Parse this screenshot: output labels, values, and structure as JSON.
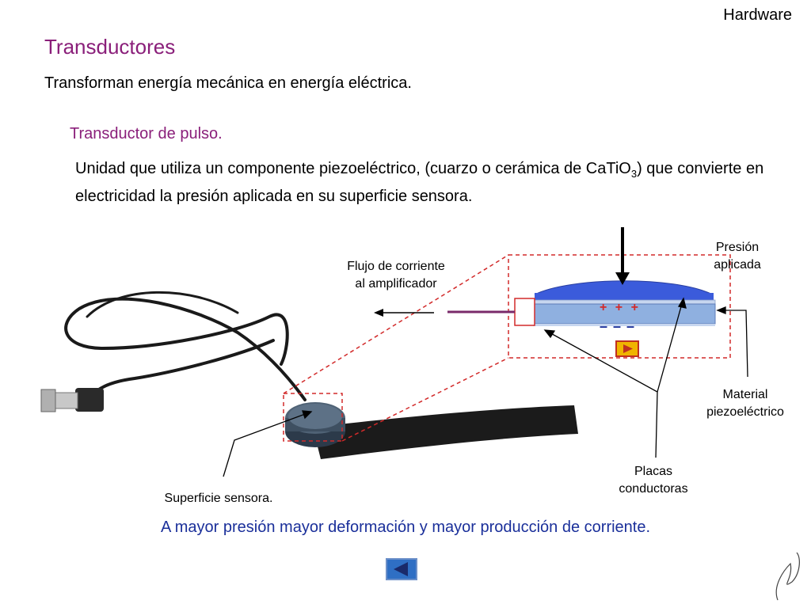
{
  "header": {
    "section": "Hardware"
  },
  "title": "Transductores",
  "intro": "Transforman energía mecánica en energía eléctrica.",
  "subtitle": "Transductor de pulso.",
  "description": {
    "part1": "Unidad que utiliza un componente piezoeléctrico, (cuarzo o cerámica de CaTiO",
    "subscript": "3",
    "part2": ") que convierte en electricidad la presión aplicada en su superficie sensora."
  },
  "diagram": {
    "flow_label_line1": "Flujo de corriente",
    "flow_label_line2": "al amplificador",
    "pressure_label_line1": "Presión",
    "pressure_label_line2": "aplicada",
    "material_label_line1": "Material",
    "material_label_line2": "piezoeléctrico",
    "plates_label_line1": "Placas",
    "plates_label_line2": "conductoras",
    "surface_label": "Superficie sensora.",
    "plus_signs": "+ + +",
    "minus_signs": "– – –"
  },
  "conclusion": "A mayor presión mayor deformación y mayor producción de corriente.",
  "colors": {
    "title": "#8a1f7a",
    "conclusion": "#1a2f9a",
    "disc_blue": "#3b5bdb",
    "disc_band": "#8fb0e0",
    "dash_red": "#d22a2a"
  },
  "navigation": {
    "back_icon": "triangle-left-icon"
  }
}
